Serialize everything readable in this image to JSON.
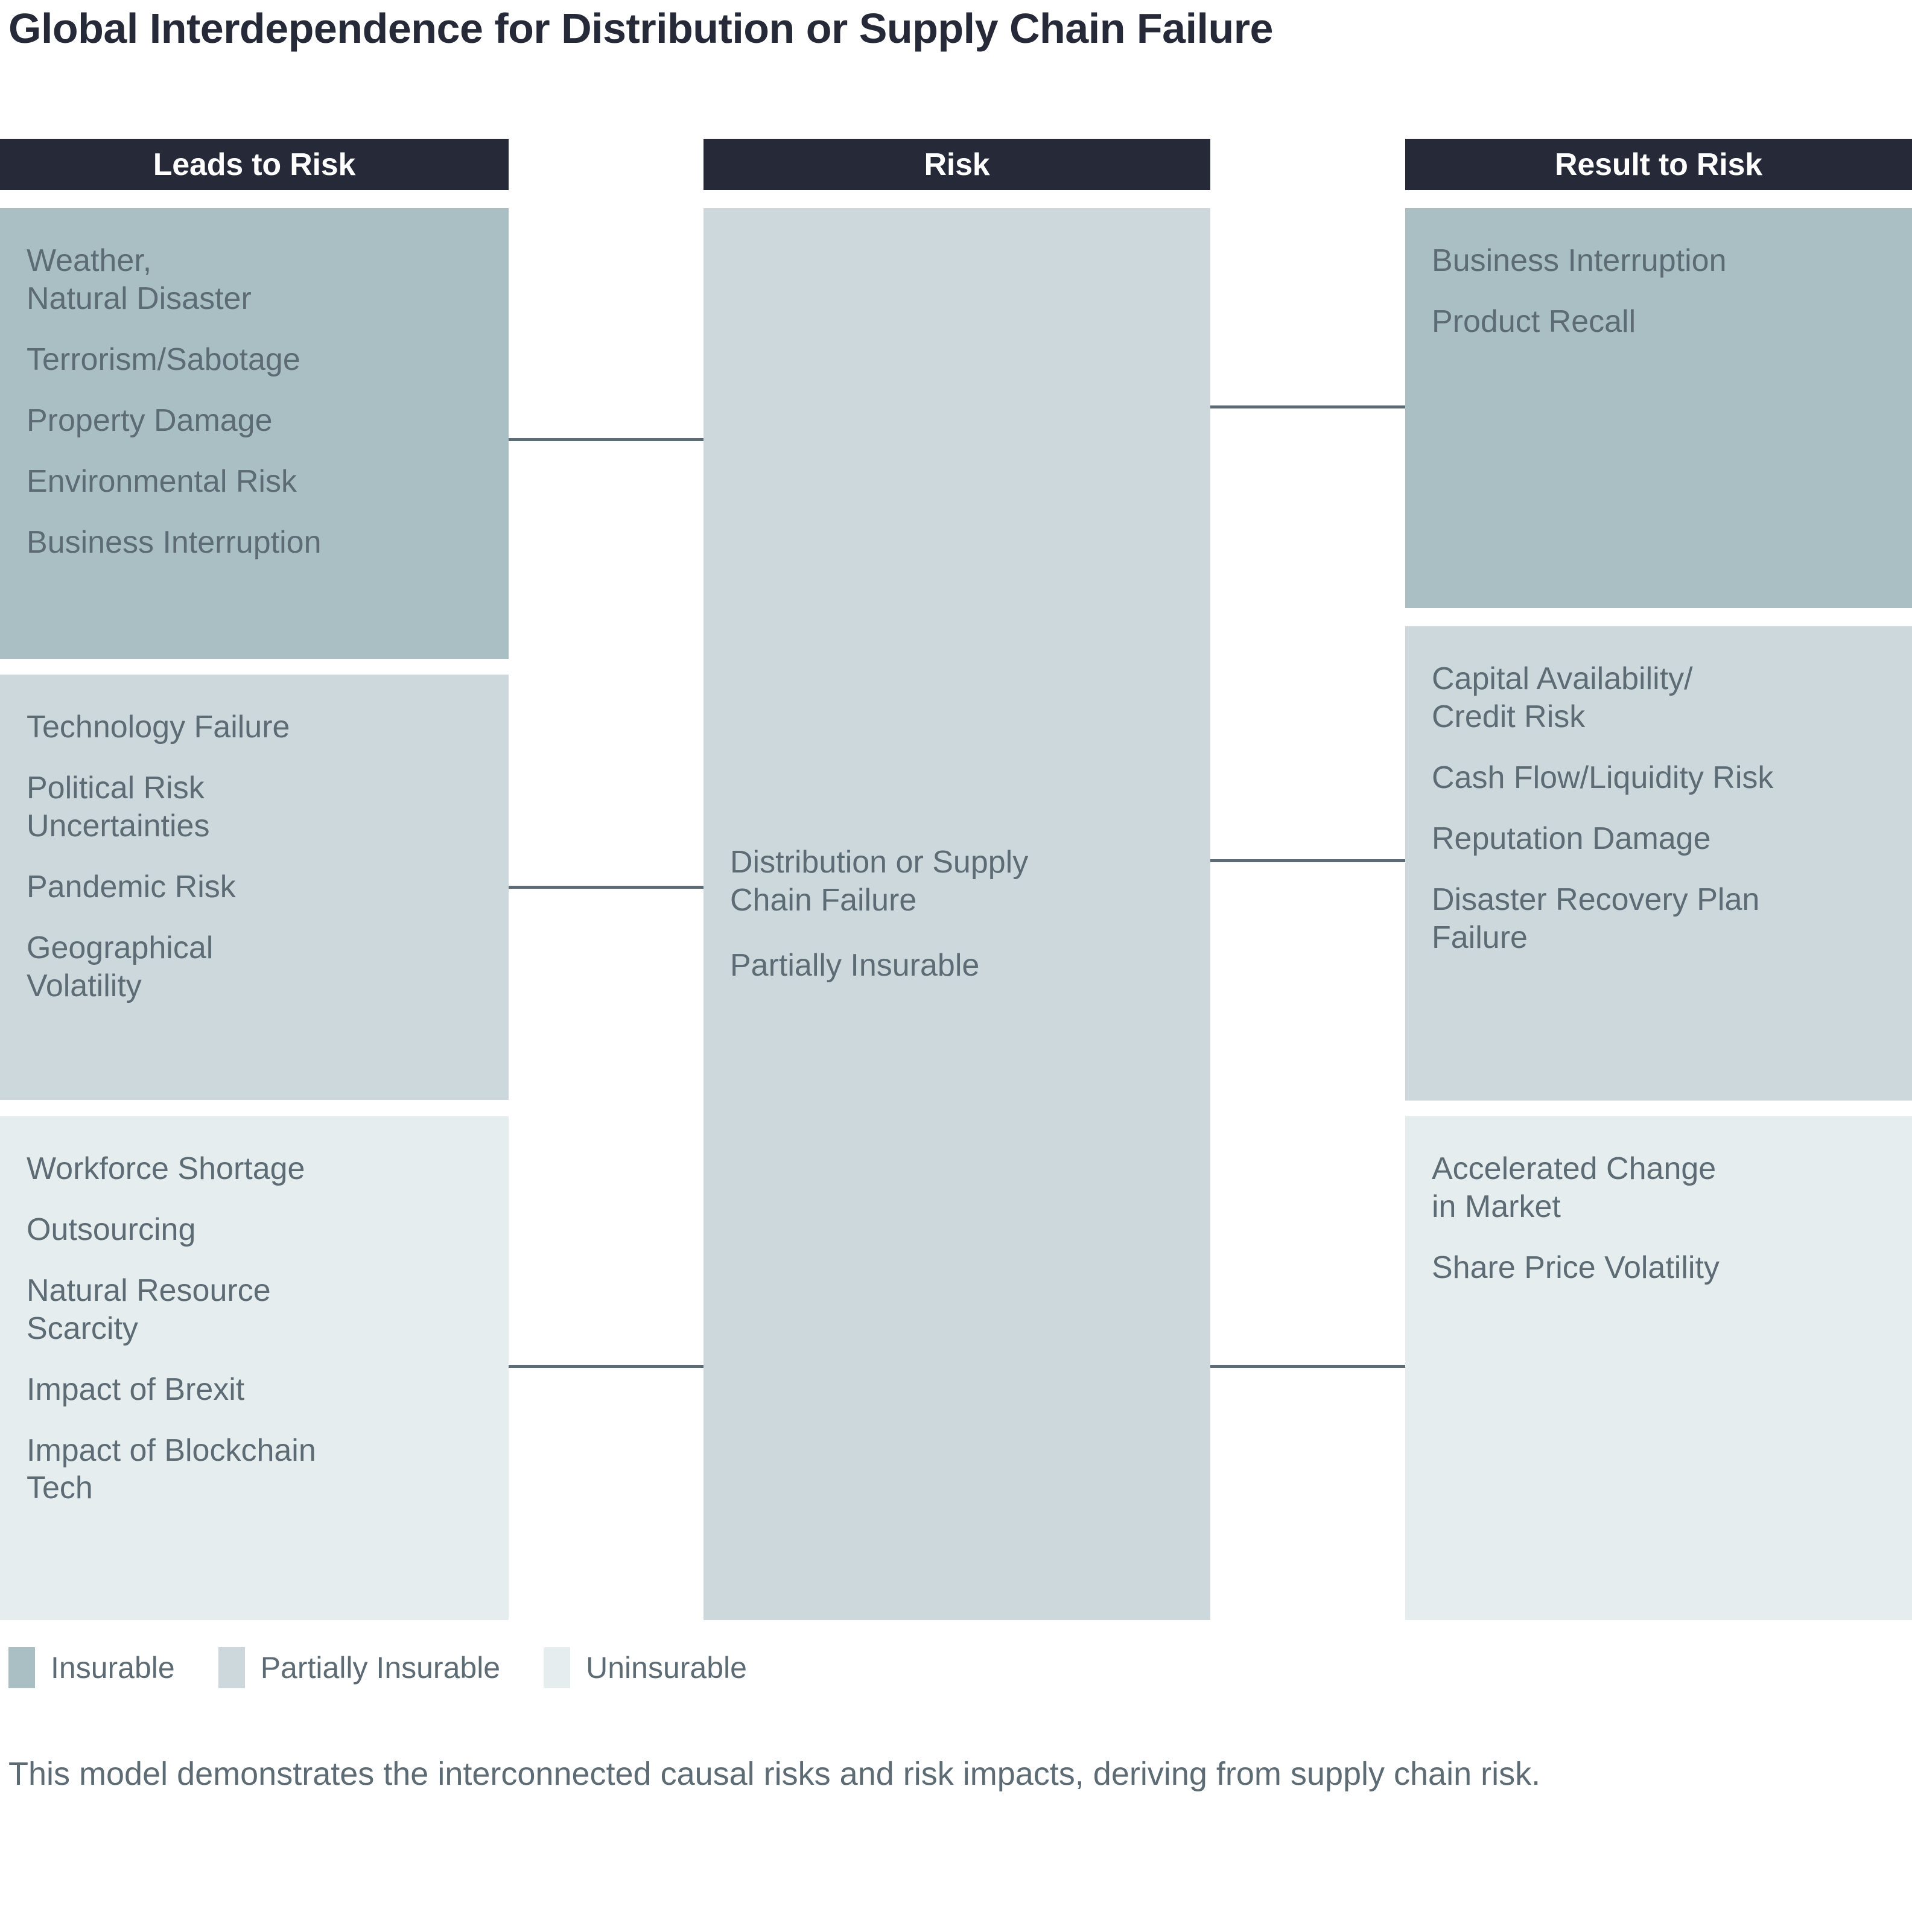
{
  "title": "Global Interdependence for Distribution or Supply Chain Failure",
  "colors": {
    "header_bg": "#262938",
    "insurable": "#aabfc4",
    "partially_insurable": "#ccd8dc",
    "uninsurable": "#e5edee",
    "text": "#5c6b74",
    "connector": "#5c6b74"
  },
  "columns": {
    "left": {
      "header": "Leads to Risk",
      "blocks": [
        {
          "category": "Insurable",
          "items": [
            "Weather,\nNatural Disaster",
            "Terrorism/Sabotage",
            "Property Damage",
            "Environmental Risk",
            "Business Interruption"
          ]
        },
        {
          "category": "Partially Insurable",
          "items": [
            "Technology Failure",
            "Political Risk\nUncertainties",
            "Pandemic Risk",
            "Geographical\nVolatility"
          ]
        },
        {
          "category": "Uninsurable",
          "items": [
            "Workforce Shortage",
            "Outsourcing",
            "Natural Resource\nScarcity",
            "Impact of Brexit",
            "Impact of Blockchain\nTech"
          ]
        }
      ]
    },
    "center": {
      "header": "Risk",
      "block": {
        "category": "Partially Insurable",
        "items": [
          "Distribution or Supply\nChain Failure",
          "Partially Insurable"
        ]
      }
    },
    "right": {
      "header": "Result to Risk",
      "blocks": [
        {
          "category": "Insurable",
          "items": [
            "Business Interruption",
            "Product Recall"
          ]
        },
        {
          "category": "Partially Insurable",
          "items": [
            "Capital Availability/\nCredit Risk",
            "Cash Flow/Liquidity Risk",
            "Reputation Damage",
            "Disaster Recovery Plan\nFailure"
          ]
        },
        {
          "category": "Uninsurable",
          "items": [
            "Accelerated Change\nin Market",
            "Share Price Volatility"
          ]
        }
      ]
    }
  },
  "legend": [
    {
      "label": "Insurable",
      "color": "#aabfc4"
    },
    {
      "label": "Partially Insurable",
      "color": "#ccd8dc"
    },
    {
      "label": "Uninsurable",
      "color": "#e5edee"
    }
  ],
  "footer_note": "This model demonstrates the interconnected causal risks and risk impacts, deriving from supply chain risk."
}
